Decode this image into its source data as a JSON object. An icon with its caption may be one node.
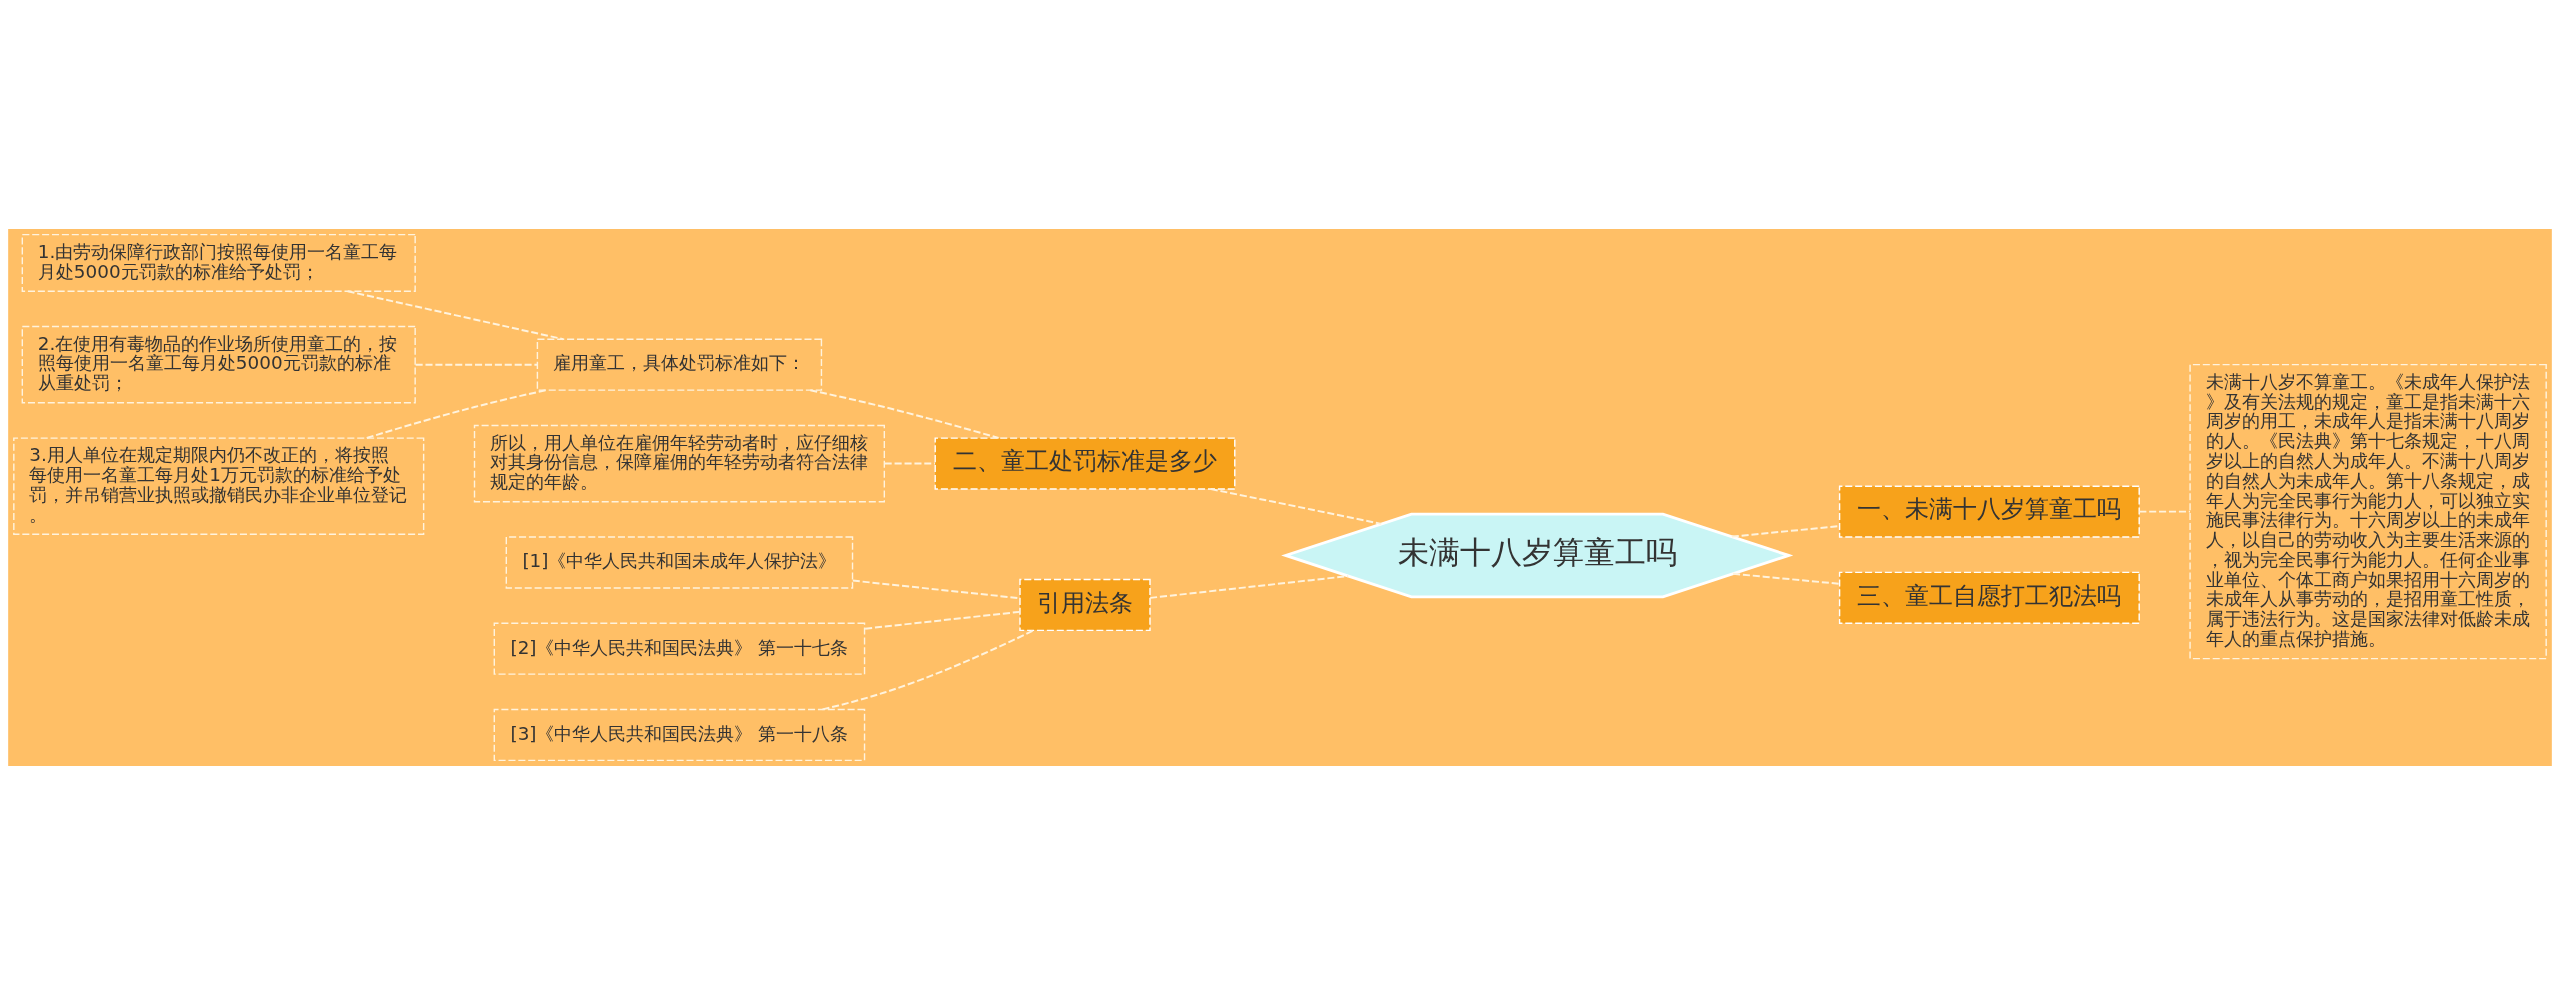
{
  "diagram": {
    "nodes": [
      {
        "text": [
          "未满十八岁算童工吗"
        ]
      },
      {
        "text": [
          "一、未满十八岁算童工吗"
        ]
      },
      {
        "text": [
          "未满十八岁不算童工。《未成年人保护法》及有关法规的规定，童工是指未满十六周岁的用工，未成年人是指未满十八周岁的人。《民法典》第十七条规定，十八周岁以上的自然人为成年人。不满十八周岁的自然人为未成年人。第十八条规定，成年人为完全民事行为能力人，可以独立实施民事法律行为。十六周岁以上的未成年人，以自己的劳动收入为主要生活来源的，视为完全民事行为能力人。任何企业事业单位、个体工商户如果招用十六周岁的未成年人从事劳动的，是招用童工性质，属于违法行为。这是国家法律对低龄未成年人的重点保护措施。"
        ]
      },
      {
        "text": [
          "三、童工自愿打工犯法吗"
        ]
      },
      {
        "text": [
          "二、童工处罚标准是多少"
        ]
      },
      {
        "text": [
          "雇用童工，具体处罚标准如下："
        ]
      },
      {
        "text": [
          "1.由劳动保障行政部门按照每使用一名童工每月处5000元罚款的标准给予处罚；"
        ]
      },
      {
        "text": [
          "2.在使用有毒物品的作业场所使用童工的，按照每使用一名童工每月处5000元罚款的标准从重处罚；"
        ]
      },
      {
        "text": [
          "3.用人单位在规定期限内仍不改正的，将按照每使用一名童工每月处1万元罚款的标准给予处罚，并吊销营业执照或撤销民办非企业单位登记。"
        ]
      },
      {
        "text": [
          "所以，用人单位在雇佣年轻劳动者时，应仔细核对其身份信息，保障雇佣的年轻劳动者符合法律规定的年龄。"
        ]
      },
      {
        "text": [
          "引用法条"
        ]
      },
      {
        "text": [
          "[1]《中华人民共和国未成年人保护法》"
        ]
      },
      {
        "text": [
          "[2]《中华人民共和国民法典》 第一十七条"
        ]
      },
      {
        "text": [
          "[3]《中华人民共和国民法典》 第一十八条"
        ]
      }
    ],
    "edges": [
      {
        "from": 0,
        "to": 1,
        "arrow": "none"
      },
      {
        "from": 1,
        "to": 2,
        "arrow": "none"
      },
      {
        "from": 0,
        "to": 3,
        "arrow": "none"
      },
      {
        "from": 0,
        "to": 4,
        "arrow": "none"
      },
      {
        "from": 4,
        "to": 5,
        "arrow": "none"
      },
      {
        "from": 5,
        "to": 6,
        "arrow": "none"
      },
      {
        "from": 5,
        "to": 7,
        "arrow": "none"
      },
      {
        "from": 5,
        "to": 8,
        "arrow": "none"
      },
      {
        "from": 4,
        "to": 9,
        "arrow": "none"
      },
      {
        "from": 0,
        "to": 10,
        "arrow": "none"
      },
      {
        "from": 10,
        "to": 11,
        "arrow": "none"
      },
      {
        "from": 10,
        "to": 12,
        "arrow": "none"
      },
      {
        "from": 10,
        "to": 13,
        "arrow": "none"
      }
    ]
  }
}
